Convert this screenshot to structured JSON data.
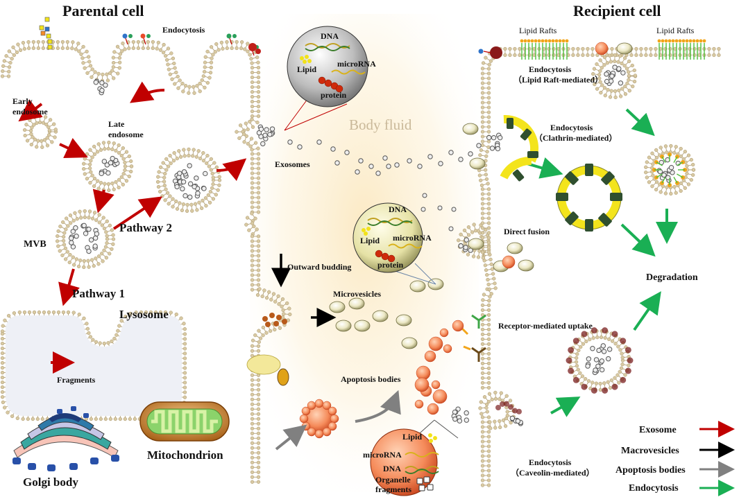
{
  "titles": {
    "parental": "Parental cell",
    "recipient": "Recipient cell"
  },
  "body_fluid": "Body fluid",
  "labels": {
    "endocytosis": "Endocytosis",
    "early_endosome_1": "Early",
    "early_endosome_2": "endosome",
    "late_endosome_1": "Late",
    "late_endosome_2": "endosome",
    "mvb": "MVB",
    "pathway1": "Pathway 1",
    "pathway2": "Pathway 2",
    "lysosome": "Lysosome",
    "fragments": "Fragments",
    "golgi": "Golgi body",
    "mitochondrion": "Mitochondrion",
    "exosomes": "Exosomes",
    "outward_budding": "Outward budding",
    "microvesicles": "Microvesicles",
    "apoptosis_bodies": "Apoptosis bodies",
    "lipid_rafts_left": "Lipid Rafts",
    "lipid_rafts_right": "Lipid Rafts",
    "endo_raft_1": "Endocytosis",
    "endo_raft_2": "（Lipid Raft-mediated）",
    "endo_clathrin_1": "Endocytosis",
    "endo_clathrin_2": "（Clathrin-mediated）",
    "direct_fusion": "Direct fusion",
    "receptor_uptake": "Receptor-mediated uptake",
    "degradation": "Degradation",
    "endo_caveolin_1": "Endocytosis",
    "endo_caveolin_2": "（Caveolin-mediated）"
  },
  "cargo_exosome": {
    "dna": "DNA",
    "lipid": "Lipid",
    "microrna": "microRNA",
    "protein": "protein"
  },
  "cargo_microvesicle": {
    "dna": "DNA",
    "lipid": "Lipid",
    "microrna": "microRNA",
    "protein": "protein"
  },
  "cargo_apoptotic": {
    "lipid": "Lipid",
    "microrna": "microRNA",
    "dna": "DNA",
    "organelle_1": "Organelle",
    "organelle_2": "fragments"
  },
  "legend": {
    "items": [
      {
        "label": "Exosome",
        "color": "#c00000"
      },
      {
        "label": "Macrovesicles",
        "color": "#000000"
      },
      {
        "label": "Apoptosis bodies",
        "color": "#808080"
      },
      {
        "label": "Endocytosis",
        "color": "#1aaf54"
      }
    ]
  },
  "colors": {
    "membrane_head": "#d8c9a3",
    "membrane_stroke": "#a8956a",
    "fluid_glow": "#fbe9c4",
    "apoptotic_orange": "#f26a2e",
    "clathrin_yellow": "#f3e41c",
    "exosome_arrow": "#c00000",
    "endocytosis_arrow": "#1aaf54"
  }
}
